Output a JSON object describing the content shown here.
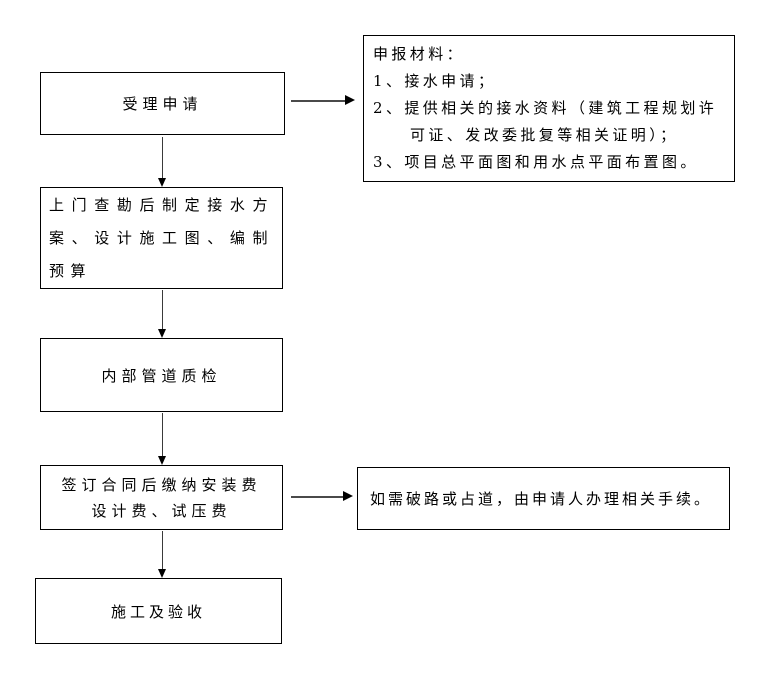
{
  "flowchart": {
    "nodes": {
      "accept": {
        "label": "受理申请"
      },
      "survey": {
        "label": "上门查勘后制定接水方案、设计施工图、编制预算"
      },
      "inspect": {
        "label": "内部管道质检"
      },
      "contract": {
        "label": "签订合同后缴纳安装费\n设计费、试压费"
      },
      "construct": {
        "label": "施工及验收"
      },
      "materials": {
        "title": "申报材料：",
        "items": [
          "1、接水申请；",
          "2、提供相关的接水资料（建筑工程规划许可证、发改委批复等相关证明）；",
          "3、项目总平面图和用水点平面布置图。"
        ]
      },
      "roadwork": {
        "label": "如需破路或占道，由申请人办理相关手续。"
      }
    },
    "colors": {
      "background": "#ffffff",
      "box_border": "#000000",
      "text": "#000000",
      "connector_line": "#4a4a4a",
      "arrowhead": "#000000"
    }
  }
}
